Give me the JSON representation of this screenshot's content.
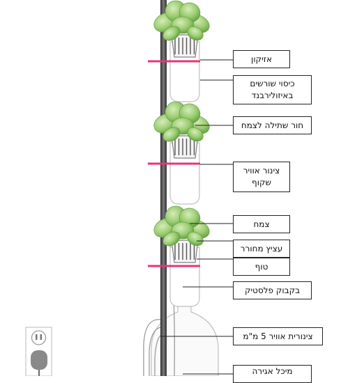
{
  "diagram": {
    "labels": [
      {
        "id": "pump",
        "text": "אזיקון"
      },
      {
        "id": "root-cover",
        "text": "כיסוי שורשים\nבאיזולירבנד"
      },
      {
        "id": "plant-hole",
        "text": "חור שתילה לצמח"
      },
      {
        "id": "air-tube",
        "text": "צינור אוויר\nשקוף"
      },
      {
        "id": "plant",
        "text": "צמח"
      },
      {
        "id": "perforated-cup",
        "text": "עציץ מחורר"
      },
      {
        "id": "tuff",
        "text": "טוף"
      },
      {
        "id": "plastic-bottle",
        "text": "בקבוק פלסטיק"
      },
      {
        "id": "air-hose",
        "text": "צינורית אוויר 5 מ\"מ"
      },
      {
        "id": "reservoir",
        "text": "מיכל אגירה"
      }
    ],
    "colors": {
      "pole": "#4a4a4a",
      "ties": "#e8337a",
      "leaf": "#8fc56a",
      "leaf_dark": "#5c9a3e",
      "bottle_line": "#bfbfbf",
      "outlet": "#d9d9d9"
    }
  }
}
